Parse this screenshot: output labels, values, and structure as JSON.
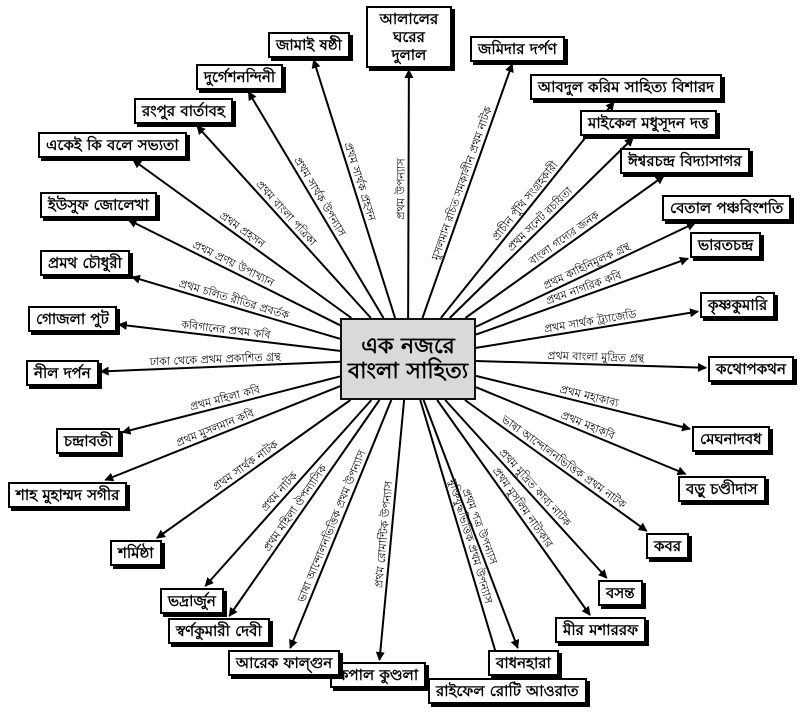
{
  "center": {
    "line1": "এক নজরে",
    "line2": "বাংলা সাহিত্য"
  },
  "items": [
    {
      "box": "আলালের ঘরের দুলাল",
      "label": "প্রথম উপন্যাস"
    },
    {
      "box": "জমিদার দর্পণ",
      "label": "মুসলমান রচিত সমকালীন প্রথম নাটক"
    },
    {
      "box": "আবদুল করিম সাহিত্য বিশারদ",
      "label": "প্রাচীন পুঁথি সংগ্রহকারী"
    },
    {
      "box": "মাইকেল মধুসূদন দত্ত",
      "label": "প্রথম সনেট রচয়িতা"
    },
    {
      "box": "ঈশ্বরচন্দ্র বিদ্যাসাগর",
      "label": "বাংলা গদ্যের জনক"
    },
    {
      "box": "বেতাল পঞ্চবিংশতি",
      "label": "প্রথম কাহিনিমূলক গ্রন্থ"
    },
    {
      "box": "ভারতচন্দ্র",
      "label": "প্রথম নাগরিক কবি"
    },
    {
      "box": "কৃষ্ণকুমারি",
      "label": "প্রথম সার্থক ট্র্যাজেডি"
    },
    {
      "box": "কথোপকথন",
      "label": "প্রথম বাংলা মুদ্রিত গ্রন্থ"
    },
    {
      "box": "মেঘনাদবধ",
      "label": "প্রথম মহাকাব্য"
    },
    {
      "box": "বড়ু চণ্ডীদাস",
      "label": "প্রথম মহাকবি"
    },
    {
      "box": "কবর",
      "label": "ভাষা আন্দোলনভিত্তিক প্রথম নাটক"
    },
    {
      "box": "বসন্ত",
      "label": "প্রথম মুদ্রিত কাব্য নাটক"
    },
    {
      "box": "মীর মশাররফ",
      "label": "প্রথম মুসলিম নাট্যকার"
    },
    {
      "box": "বাধনহারা",
      "label": "প্রথম পত্র উপন্যাস"
    },
    {
      "box": "রাইফেল রোটি আওরাত",
      "label": "মুক্তিযুদ্ধভিত্তিক প্রথম উপন্যাস"
    },
    {
      "box": "কপাল কুণ্ডলা",
      "label": "প্রথম রোমান্টিক উপন্যাস"
    },
    {
      "box": "আরেক ফাল্গুন",
      "label": "ভাষা আন্দোলনভিত্তিক প্রথম উপন্যাস"
    },
    {
      "box": "স্বর্ণকুমারী দেবী",
      "label": "প্রথম মহিলা ঔপন্যাসিক"
    },
    {
      "box": "ভদ্রার্জুন",
      "label": "প্রথম নাটক"
    },
    {
      "box": "শর্মিষ্ঠা",
      "label": "প্রথম সার্থক নাটক"
    },
    {
      "box": "শাহ মুহাম্মদ সগীর",
      "label": "প্রথম মুসলমান কবি"
    },
    {
      "box": "চন্দ্রাবতী",
      "label": "প্রথম মহিলা কবি"
    },
    {
      "box": "নীল দর্পন",
      "label": "ঢাকা থেকে প্রথম প্রকাশিত গ্রন্থ"
    },
    {
      "box": "গোজলা পুট",
      "label": "কবিগানের প্রথম কবি"
    },
    {
      "box": "প্রমথ চৌধুরী",
      "label": "প্রথম চলিত রীতির প্রবর্তক"
    },
    {
      "box": "ইউসুফ জোলেখা",
      "label": "প্রথম প্রণয় উপাখ্যান"
    },
    {
      "box": "একেই কি বলে সভ্যতা",
      "label": "প্রথম প্রহসন"
    },
    {
      "box": "রংপুর বার্তাবহ",
      "label": "প্রথম বাংলা পত্রিকা"
    },
    {
      "box": "দুর্গেশনন্দিনী",
      "label": "প্রথম সার্থক উপন্যাস"
    },
    {
      "box": "জামাই ষষ্ঠী",
      "label": "প্রথম সার্থক প্রহসন"
    }
  ]
}
